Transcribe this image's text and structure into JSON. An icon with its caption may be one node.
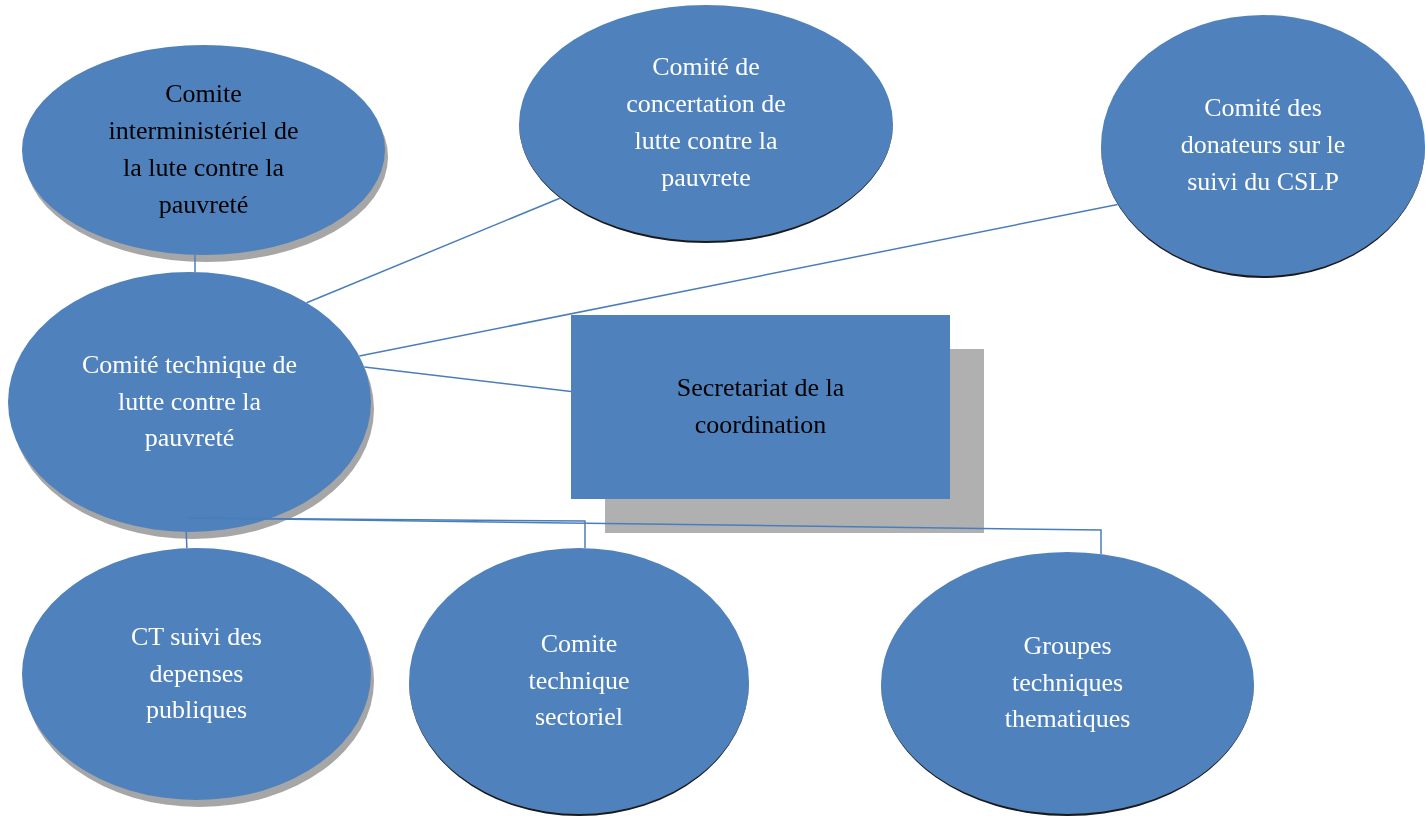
{
  "diagram": {
    "nodes": [
      {
        "text": [
          "Comite interministériel de la lute contre la pauvreté"
        ]
      },
      {
        "text": [
          "Comité de concertation de lutte contre la pauvrete"
        ]
      },
      {
        "text": [
          "Comité des donateurs sur le suivi du CSLP"
        ]
      },
      {
        "text": [
          "Comité technique de lutte contre la pauvreté"
        ]
      },
      {
        "text": [
          "Secretariat de la coordination"
        ]
      },
      {
        "text": [
          "CT suivi des depenses publiques"
        ]
      },
      {
        "text": [
          "Comite technique sectoriel"
        ]
      },
      {
        "text": [
          "Groupes techniques thematiques"
        ]
      }
    ],
    "edges": [
      {
        "from": 0,
        "to": 3,
        "arrow": "none"
      },
      {
        "from": 3,
        "to": 1,
        "arrow": "none"
      },
      {
        "from": 3,
        "to": 2,
        "arrow": "none"
      },
      {
        "from": 3,
        "to": 4,
        "arrow": "none"
      },
      {
        "from": 3,
        "to": 5,
        "arrow": "none"
      },
      {
        "from": 3,
        "to": 6,
        "arrow": "none"
      },
      {
        "from": 3,
        "to": 7,
        "arrow": "none"
      }
    ]
  }
}
